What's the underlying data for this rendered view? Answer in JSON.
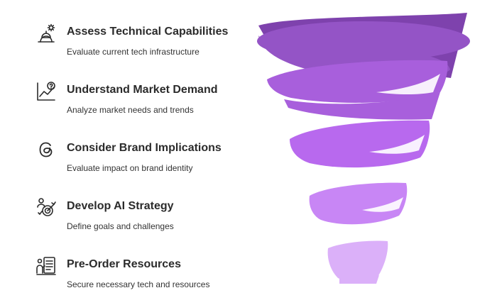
{
  "steps": [
    {
      "title": "Assess Technical Capabilities",
      "description": "Evaluate current tech infrastructure",
      "icon": "construction-worker-icon"
    },
    {
      "title": "Understand Market Demand",
      "description": "Analyze market needs and trends",
      "icon": "market-chart-question-icon"
    },
    {
      "title": "Consider Brand Implications",
      "description": "Evaluate impact on brand identity",
      "icon": "threads-logo-icon"
    },
    {
      "title": "Develop AI Strategy",
      "description": "Define goals and challenges",
      "icon": "strategy-target-icon"
    },
    {
      "title": "Pre-Order Resources",
      "description": "Secure necessary tech and resources",
      "icon": "clipboard-list-icon"
    }
  ],
  "colors": {
    "band_1": "#9454c6",
    "band_2": "#a85fdc",
    "band_3": "#b869ee",
    "band_4": "#c886f5",
    "band_5": "#dbb0f9",
    "text": "#2b2b2b"
  }
}
